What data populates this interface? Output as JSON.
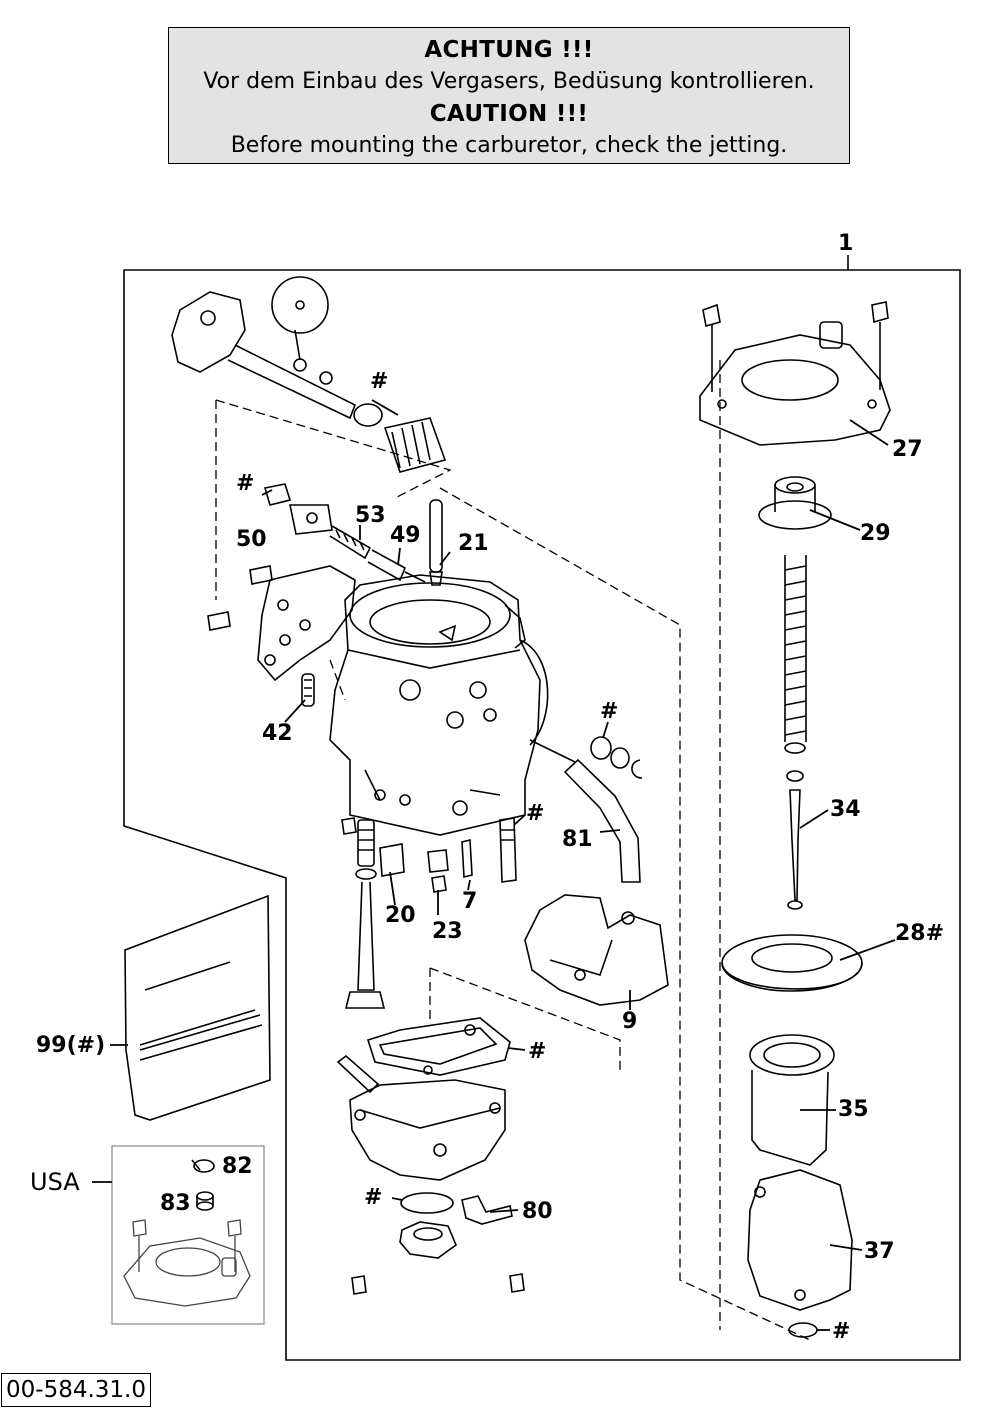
{
  "caution": {
    "heading_de": "ACHTUNG !!!",
    "text_de": "Vor dem Einbau des Vergasers, Bedüsung kontrollieren.",
    "heading_en": "CAUTION !!!",
    "text_en": "Before mounting the carburetor, check the jetting."
  },
  "drawing_code": "00-584.31.0",
  "region_label": "USA",
  "callouts": {
    "c1": "1",
    "c_hash_top": "#",
    "c27": "27",
    "c29": "29",
    "c_hash_50": "#",
    "c53": "53",
    "c50": "50",
    "c49": "49",
    "c21": "21",
    "c42": "42",
    "c_hash_ring": "#",
    "c34": "34",
    "c_hash_7": "#",
    "c81": "81",
    "c20": "20",
    "c7": "7",
    "c23": "23",
    "c28": "28#",
    "c9": "9",
    "c99": "99(#)",
    "c_hash_gasket": "#",
    "c35": "35",
    "c82": "82",
    "c83": "83",
    "c_hash_80": "#",
    "c80": "80",
    "c37": "37",
    "c_hash_37": "#"
  }
}
